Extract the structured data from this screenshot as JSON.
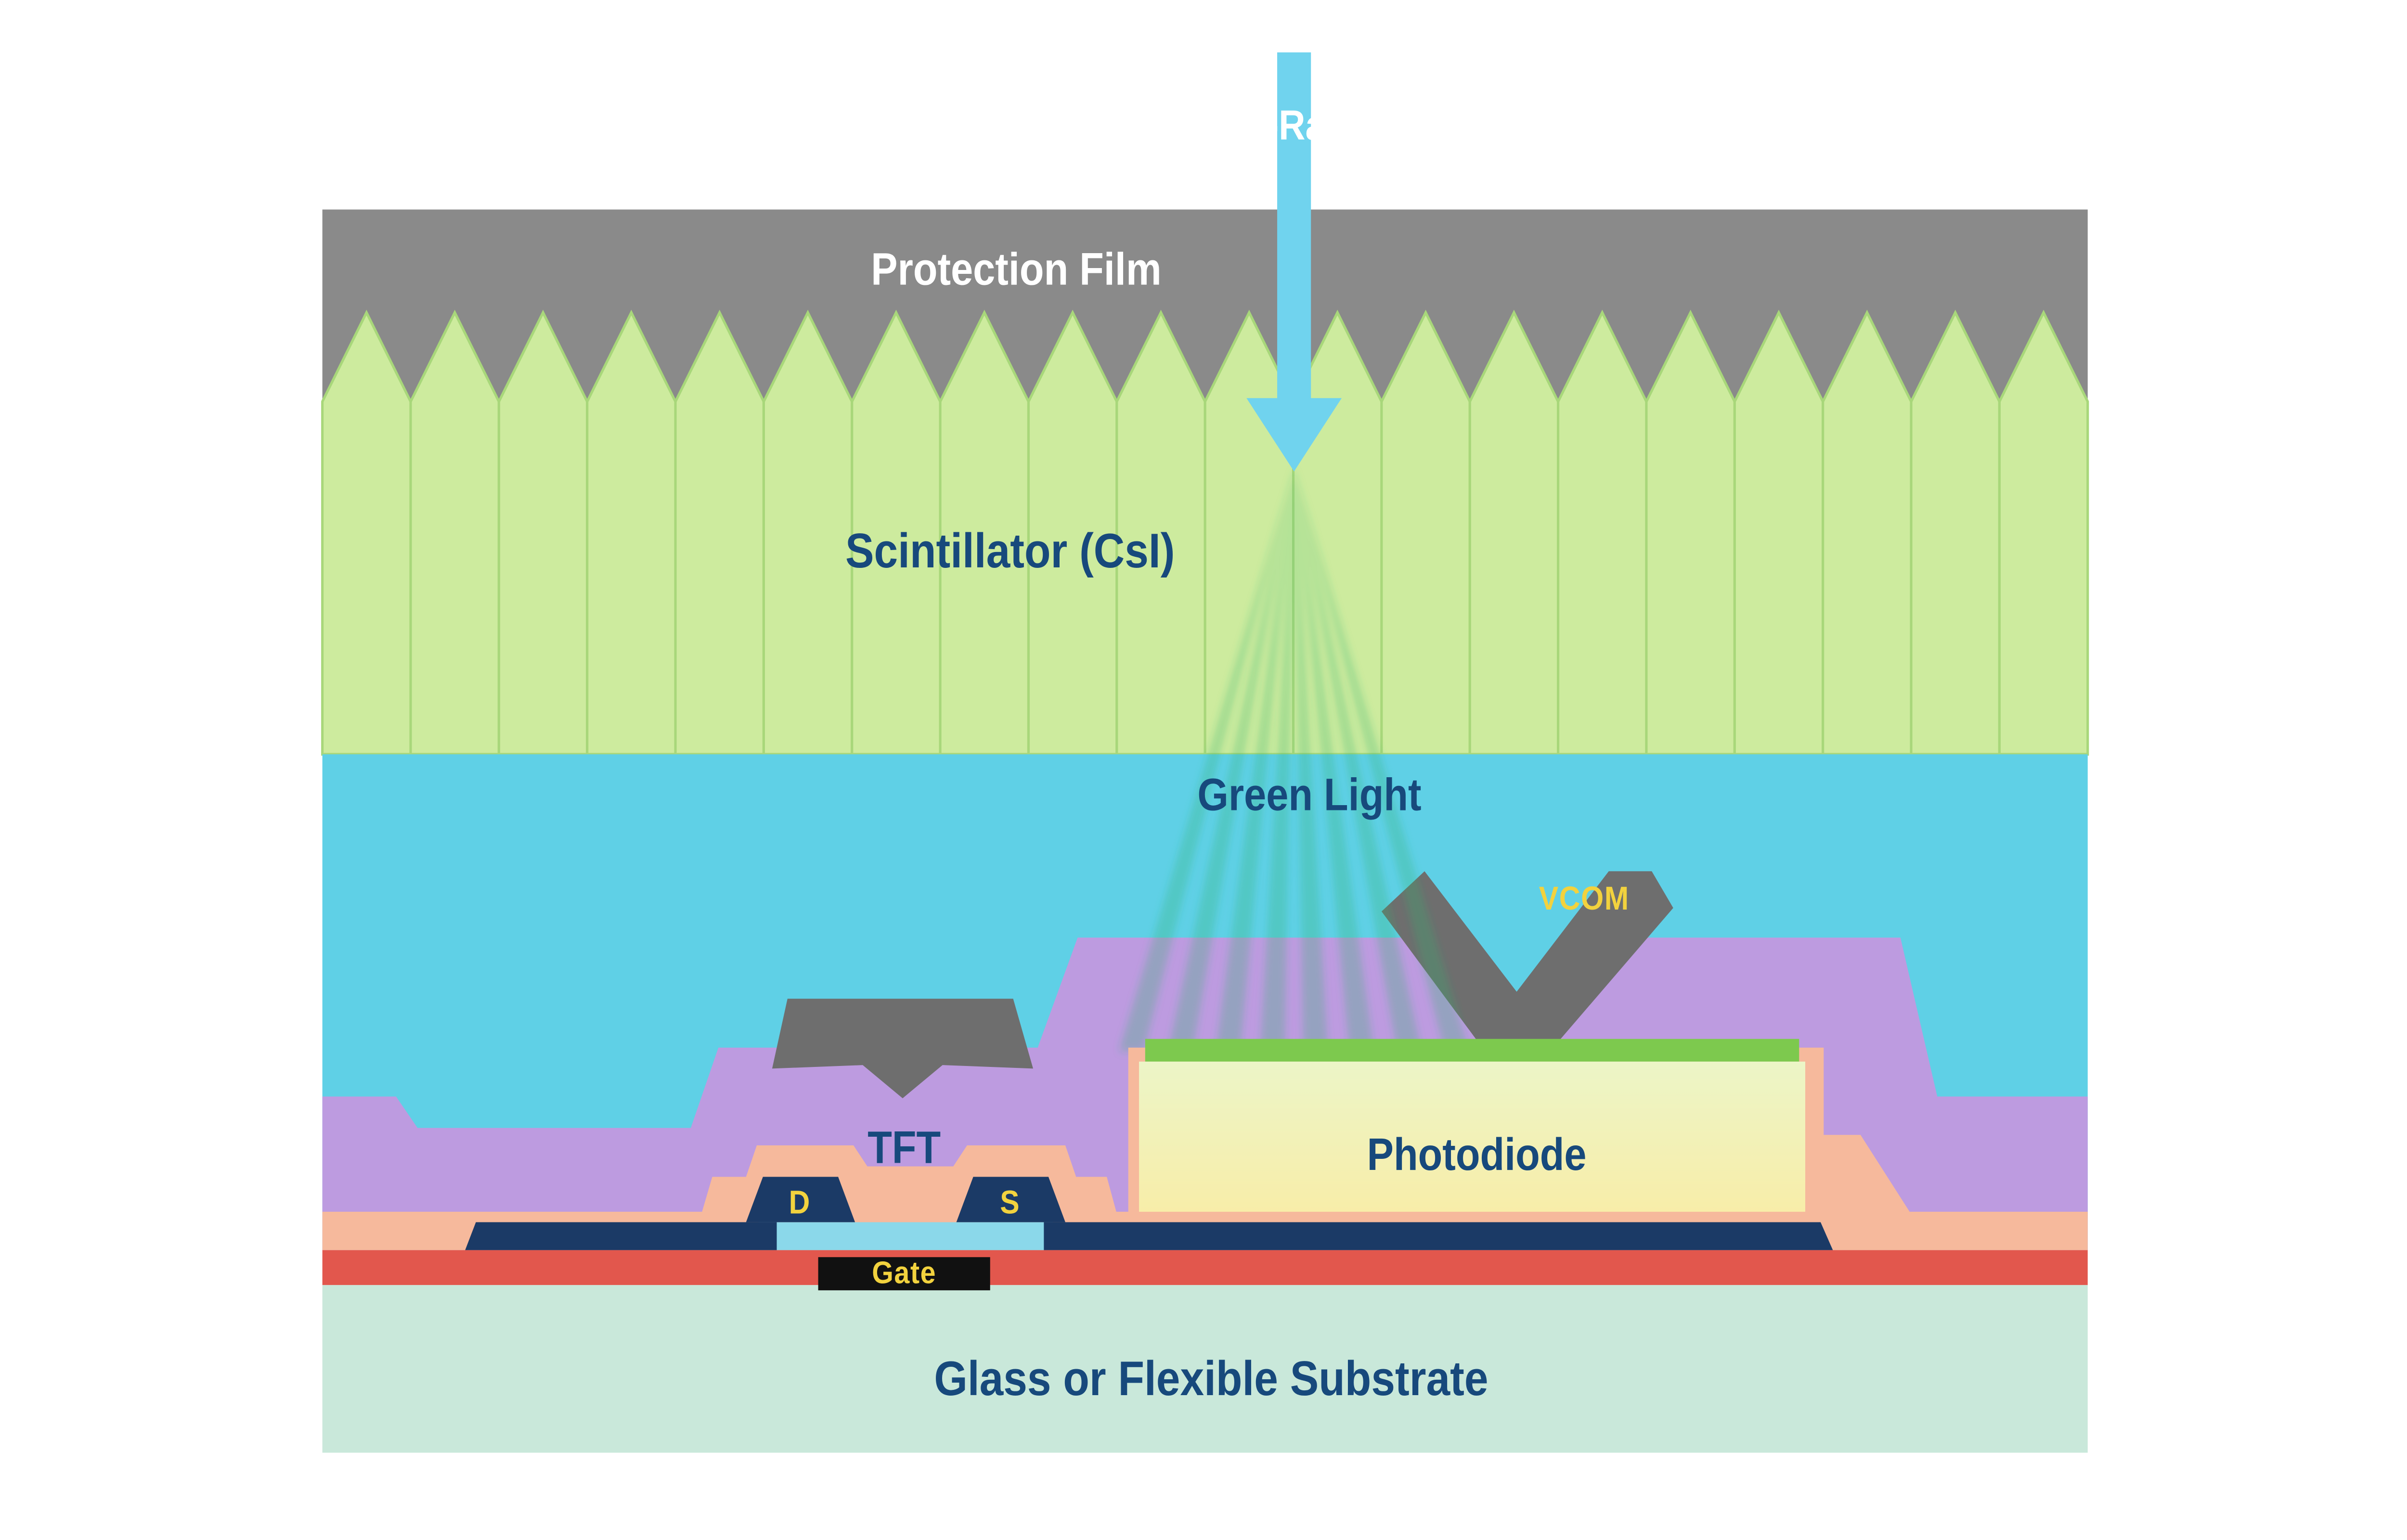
{
  "diagram": {
    "type": "xray-flat-panel-detector-cross-section",
    "labels": {
      "xray": "X-Ray",
      "protection_film": "Protection Film",
      "scintillator": "Scintillator (CsI)",
      "green_light": "Green Light",
      "vcom": "VCOM",
      "tft": "TFT",
      "drain": "D",
      "source": "S",
      "gate": "Gate",
      "photodiode": "Photodiode",
      "substrate": "Glass or Flexible Substrate"
    },
    "palette": {
      "background": "#ffffff",
      "protection_film": "#8a8a8a",
      "scintillator_fill": "#cdeb9e",
      "scintillator_stroke": "#a8d77a",
      "optical_layer_cyan": "#5fd0e6",
      "xray_arrow_cyan": "#70d3ee",
      "green_ray": "#2fb26b",
      "purple_layer": "#bd9be0",
      "electrode_gray": "#6e6e6e",
      "photodiode_top_green": "#7dc94e",
      "photodiode_fill_top": "#ecf5c7",
      "photodiode_fill_bottom": "#f8eda8",
      "salmon_layer": "#f6b99c",
      "metal_navy": "#1b3a66",
      "channel_cyan": "#8bd8ea",
      "red_layer": "#e2574d",
      "gate_black": "#111111",
      "substrate_mint": "#c9e8da",
      "text_navy": "#17497c",
      "text_yellow": "#f2d23e",
      "text_white": "#ffffff"
    }
  }
}
